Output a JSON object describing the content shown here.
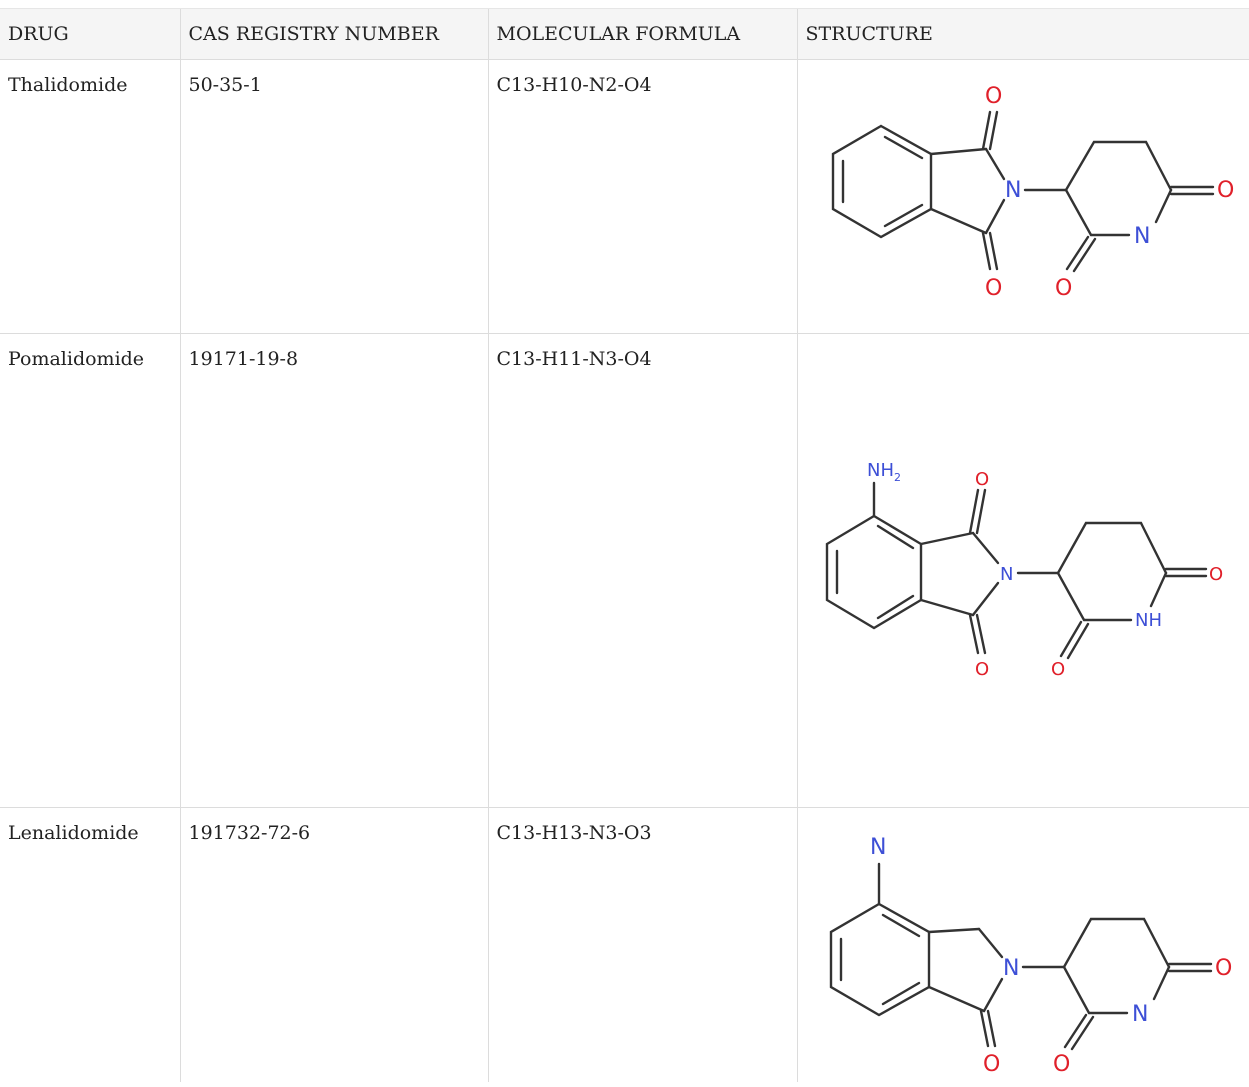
{
  "headers": {
    "drug": "DRUG",
    "cas": "CAS REGISTRY NUMBER",
    "formula": "MOLECULAR FORMULA",
    "structure": "STRUCTURE"
  },
  "rows": [
    {
      "drug": "Thalidomide",
      "cas": "50-35-1",
      "formula": "C13-H10-N2-O4",
      "atoms": {
        "o1": "O",
        "o2": "O",
        "o3": "O",
        "o4": "O",
        "n1": "N",
        "n2": "N"
      }
    },
    {
      "drug": "Pomalidomide",
      "cas": "19171-19-8",
      "formula": "C13-H11-N3-O4",
      "atoms": {
        "nh2": "NH",
        "nh2_sub": "2",
        "o1": "O",
        "o2": "O",
        "o3": "O",
        "o4": "O",
        "n1": "N",
        "nh": "NH"
      }
    },
    {
      "drug": "Lenalidomide",
      "cas": "191732-72-6",
      "formula": "C13-H13-N3-O3",
      "atoms": {
        "n_amine": "N",
        "o2": "O",
        "o3": "O",
        "o4": "O",
        "n1": "N",
        "n2": "N"
      }
    }
  ],
  "colors": {
    "oxygen": "#e0202a",
    "nitrogen": "#3d4fd6",
    "bond": "#333333",
    "header_bg": "#f5f5f5",
    "grid": "#dcdcdc"
  }
}
